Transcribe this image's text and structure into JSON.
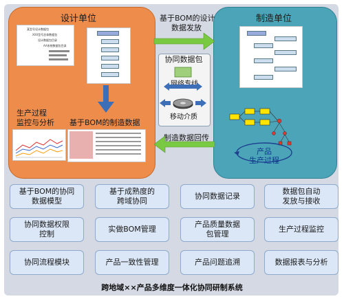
{
  "design_unit": {
    "title": "设计单位",
    "tree_labels": [
      "某型号设计数据包",
      "XXX型号总体数据包",
      "设计数据包目录",
      "AA系统数据包目录"
    ],
    "mid_caption": "基于BOM的制造数据",
    "monitor_caption_line1": "生产过程",
    "monitor_caption_line2": "监控与分析"
  },
  "manufacturing_unit": {
    "title": "制造单位",
    "product_label_line1": "产品",
    "product_label_line2": "生产过程"
  },
  "center": {
    "top_arrow_line1": "基于BOM的设计",
    "top_arrow_line2": "数据发放",
    "package_label": "协同数据包",
    "network_label": "网络专线",
    "media_label": "移动介质",
    "bottom_arrow_label": "制造数据回传"
  },
  "modules": [
    [
      "基于BOM的协同",
      "数据模型"
    ],
    [
      "基于成熟度的",
      "跨域协同"
    ],
    [
      "协同数据记录"
    ],
    [
      "数据包自动",
      "发放与接收"
    ],
    [
      "协同数据权限",
      "控制"
    ],
    [
      "实做BOM管理"
    ],
    [
      "产品质量数据",
      "包管理"
    ],
    [
      "生产过程监控"
    ],
    [
      "协同流程模块"
    ],
    [
      "产品一致性管理"
    ],
    [
      "产品问题追溯"
    ],
    [
      "数据报表与分析"
    ]
  ],
  "footer": "跨地域××产品多维度一体化协同研制系统",
  "colors": {
    "design_panel": "#ee8c4c",
    "manufacturing_panel": "#4ca4b8",
    "arrow_green": "#7ac943",
    "arrow_blue": "#3d6fb8",
    "module_fill": "#dbe7f6"
  }
}
